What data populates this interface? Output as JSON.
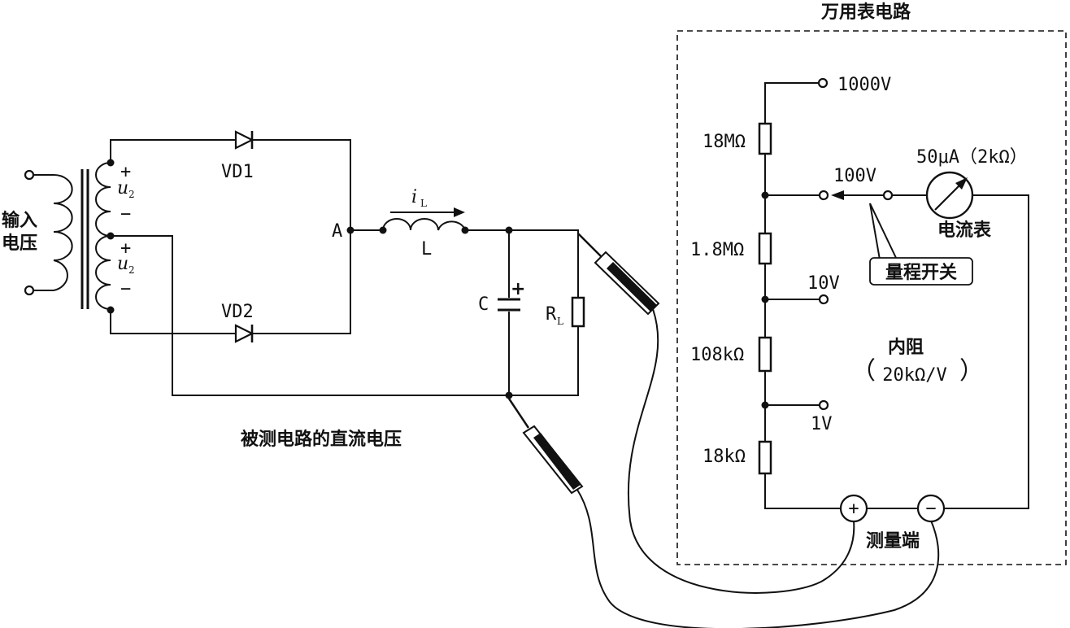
{
  "titles": {
    "meter_circuit": "万用表电路",
    "measured_voltage": "被测电路的直流电压"
  },
  "left_circuit": {
    "input_voltage": [
      "输入",
      "电压"
    ],
    "winding_plus": "+",
    "winding_minus": "−",
    "winding_symbol": "u",
    "winding_sub": "2",
    "diode_top": "VD1",
    "diode_bottom": "VD2",
    "node_a": "A",
    "current_symbol": "i",
    "current_sub": "L",
    "inductor": "L",
    "capacitor": "C",
    "capacitor_plus": "+",
    "load_symbol": "R",
    "load_sub": "L"
  },
  "meter": {
    "range_1000v": "1000V",
    "range_100v": "100V",
    "range_10v": "10V",
    "range_1v": "1V",
    "r1": "18MΩ",
    "r2": "1.8MΩ",
    "r3": "108kΩ",
    "r4": "18kΩ",
    "galvanometer": "50μA（2kΩ）",
    "ammeter": "电流表",
    "range_switch": "量程开关",
    "internal_resistance": "内阻",
    "ohms_per_volt": "20kΩ/V",
    "paren_open": "（",
    "paren_close": "）",
    "terminal_plus": "+",
    "terminal_minus": "−",
    "measure_terminal": "测量端"
  }
}
